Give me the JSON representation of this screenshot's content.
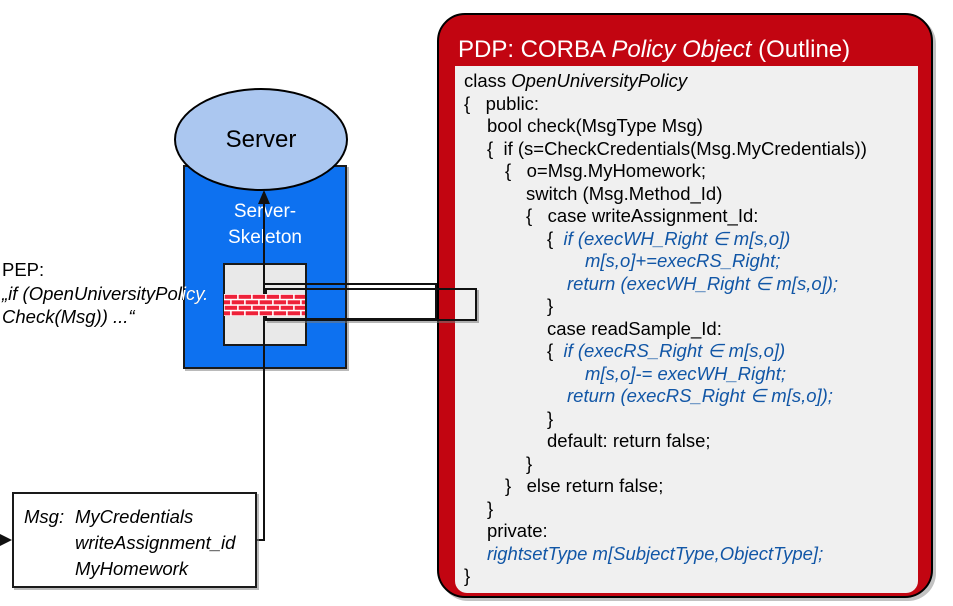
{
  "pep": {
    "label": "PEP:",
    "line1": "„if (OpenUniversityPolicy.",
    "line2": "Check(Msg)) ...“"
  },
  "server": {
    "label": "Server",
    "skeleton_line1": "Server-",
    "skeleton_line2": "Skeleton"
  },
  "msg_box": {
    "label": "Msg:",
    "items": [
      "MyCredentials",
      "writeAssignment_id",
      "MyHomework"
    ]
  },
  "pdp": {
    "title_prefix": "PDP: CORBA ",
    "title_italic": "Policy Object",
    "title_suffix": " (Outline)",
    "code_lines": [
      {
        "indent": 0,
        "parts": [
          {
            "t": "class ",
            "c": "k"
          },
          {
            "t": "OpenUniversityPolicy",
            "c": "ki"
          }
        ]
      },
      {
        "indent": 0,
        "parts": [
          {
            "t": "{   public:",
            "c": "k"
          }
        ]
      },
      {
        "indent": 23,
        "parts": [
          {
            "t": "bool check(MsgType Msg)",
            "c": "k"
          }
        ]
      },
      {
        "indent": 23,
        "parts": [
          {
            "t": "{  if (s=CheckCredentials(Msg.MyCredentials))",
            "c": "k"
          }
        ]
      },
      {
        "indent": 41,
        "parts": [
          {
            "t": "{   o=Msg.MyHomework;",
            "c": "k"
          }
        ]
      },
      {
        "indent": 62,
        "parts": [
          {
            "t": "switch (Msg.Method_Id)",
            "c": "k"
          }
        ]
      },
      {
        "indent": 62,
        "parts": [
          {
            "t": "{   case writeAssignment_Id:",
            "c": "k"
          }
        ]
      },
      {
        "indent": 83,
        "parts": [
          {
            "t": "{  ",
            "c": "k"
          },
          {
            "t": "if (execWH_Right ∈ m[s,o])",
            "c": "b"
          }
        ]
      },
      {
        "indent": 121,
        "parts": [
          {
            "t": "m[s,o]+=execRS_Right;",
            "c": "b"
          }
        ]
      },
      {
        "indent": 103,
        "parts": [
          {
            "t": "return (execWH_Right ∈ m[s,o]);",
            "c": "b"
          }
        ]
      },
      {
        "indent": 83,
        "parts": [
          {
            "t": "}",
            "c": "k"
          }
        ]
      },
      {
        "indent": 83,
        "parts": [
          {
            "t": "case readSample_Id:",
            "c": "k"
          }
        ]
      },
      {
        "indent": 83,
        "parts": [
          {
            "t": "{  ",
            "c": "k"
          },
          {
            "t": "if (execRS_Right ∈ m[s,o])",
            "c": "b"
          }
        ]
      },
      {
        "indent": 121,
        "parts": [
          {
            "t": "m[s,o]-= execWH_Right;",
            "c": "b"
          }
        ]
      },
      {
        "indent": 103,
        "parts": [
          {
            "t": "return (execRS_Right ∈ m[s,o]);",
            "c": "b"
          }
        ]
      },
      {
        "indent": 83,
        "parts": [
          {
            "t": "}",
            "c": "k"
          }
        ]
      },
      {
        "indent": 83,
        "parts": [
          {
            "t": "default: return false;",
            "c": "k"
          }
        ]
      },
      {
        "indent": 62,
        "parts": [
          {
            "t": "}",
            "c": "k"
          }
        ]
      },
      {
        "indent": 41,
        "parts": [
          {
            "t": "}   else return false;",
            "c": "k"
          }
        ]
      },
      {
        "indent": 23,
        "parts": [
          {
            "t": "}",
            "c": "k"
          }
        ]
      },
      {
        "indent": 23,
        "parts": [
          {
            "t": "private:",
            "c": "k"
          }
        ]
      },
      {
        "indent": 23,
        "parts": [
          {
            "t": "rightsetType m[SubjectType,ObjectType];",
            "c": "b"
          }
        ]
      },
      {
        "indent": 0,
        "parts": [
          {
            "t": "}",
            "c": "k"
          }
        ]
      }
    ]
  },
  "colors": {
    "pdp_red": "#c20511",
    "panel_gray": "#f0f0f0",
    "skeleton_blue": "#0d71f0",
    "server_ellipse_blue": "#abc7f0",
    "code_blue": "#1156a6",
    "brick_red": "#ee2139",
    "firewall_gray": "#e9e9e9"
  }
}
